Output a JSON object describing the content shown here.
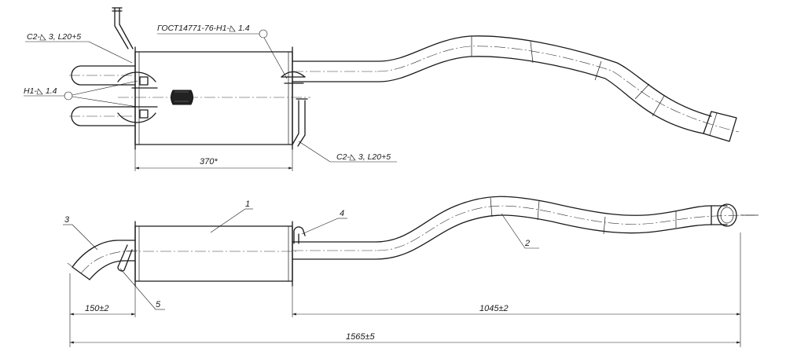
{
  "top_view": {
    "weld_left_upper": "C2-◺ 3, L20+5",
    "weld_left_mid": "H1-◺ 1.4",
    "weld_top": "ГОСТ14771-76-Н1-◺ 1.4",
    "weld_right": "C2-◺ 3, L20+5",
    "dim_muffler": "370*"
  },
  "side_view": {
    "callouts": [
      "1",
      "2",
      "3",
      "4",
      "5"
    ],
    "dim_left": "150±2",
    "dim_right": "1045±2",
    "dim_total": "1565±5"
  }
}
